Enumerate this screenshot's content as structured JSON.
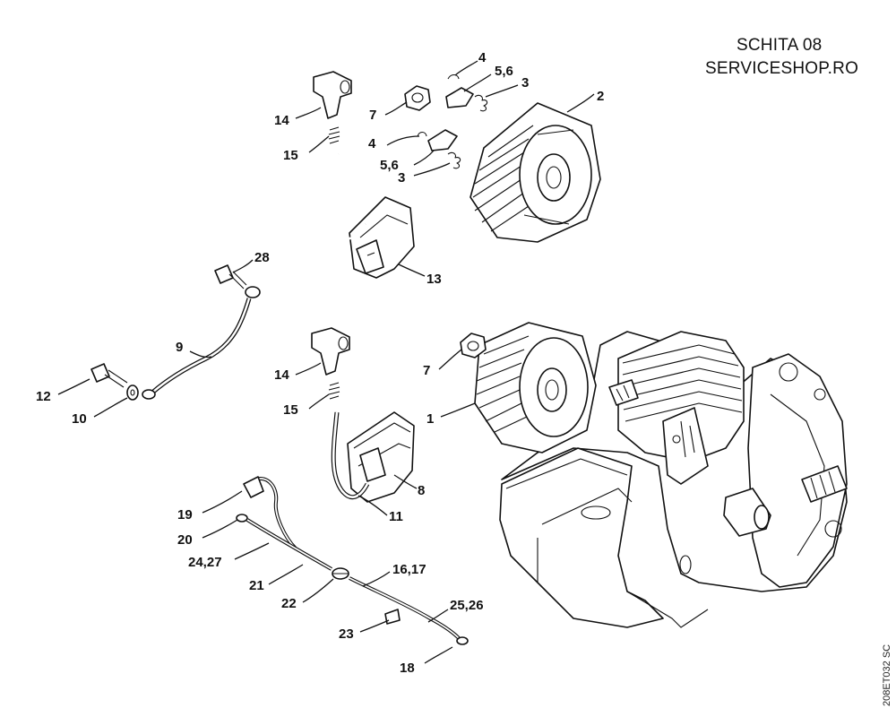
{
  "header": {
    "title": "SCHITA 08",
    "site": "SERVICESHOP.RO"
  },
  "reference_code": "208ET032 SC",
  "part_labels": {
    "p1": "1",
    "p2": "2",
    "p3a": "3",
    "p3b": "3",
    "p4a": "4",
    "p4b": "4",
    "p56a": "5,6",
    "p56b": "5,6",
    "p7a": "7",
    "p7b": "7",
    "p8": "8",
    "p9": "9",
    "p10": "10",
    "p11": "11",
    "p12": "12",
    "p13": "13",
    "p14a": "14",
    "p14b": "14",
    "p15a": "15",
    "p15b": "15",
    "p1617": "16,17",
    "p18": "18",
    "p19": "19",
    "p20": "20",
    "p21": "21",
    "p22": "22",
    "p23": "23",
    "p2427": "24,27",
    "p2526": "25,26",
    "p28": "28"
  },
  "colors": {
    "ink": "#111111",
    "paper": "#ffffff"
  }
}
